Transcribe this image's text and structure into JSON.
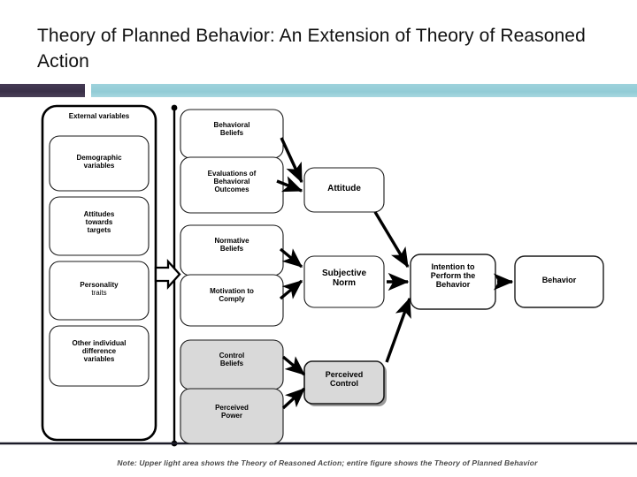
{
  "slide": {
    "title": "Theory of Planned Behavior: An Extension of Theory of Reasoned Action",
    "note": "Note: Upper light area shows the Theory of Reasoned Action; entire figure shows the Theory of Planned Behavior"
  },
  "theme": {
    "accent_dark": "#3a3048",
    "accent_teal": "#9ed2dc",
    "shaded_fill": "#d9d9d9",
    "box_fill": "#ffffff",
    "stroke": "#000000",
    "note_color": "#4a4a4a"
  },
  "diagram": {
    "type": "flowchart",
    "group": {
      "label": "External variables",
      "items": [
        {
          "lines": [
            "Demographic",
            "variables"
          ]
        },
        {
          "lines": [
            "Attitudes",
            "towards",
            "targets"
          ]
        },
        {
          "lines": [
            "Personality",
            "traits"
          ]
        },
        {
          "lines": [
            "Other individual",
            "difference",
            "variables"
          ]
        }
      ]
    },
    "belief_column": [
      {
        "name": "behavioral-beliefs",
        "lines": [
          "Behavioral",
          "Beliefs"
        ],
        "shaded": false
      },
      {
        "name": "evaluations-of-behavioral-outcomes",
        "lines": [
          "Evaluations of",
          "Behavioral",
          "Outcomes"
        ],
        "shaded": false
      },
      {
        "name": "normative-beliefs",
        "lines": [
          "Normative",
          "Beliefs"
        ],
        "shaded": false
      },
      {
        "name": "motivation-to-comply",
        "lines": [
          "Motivation to",
          "Comply"
        ],
        "shaded": false
      },
      {
        "name": "control-beliefs",
        "lines": [
          "Control",
          "Beliefs"
        ],
        "shaded": true
      },
      {
        "name": "perceived-power",
        "lines": [
          "Perceived",
          "Power"
        ],
        "shaded": true
      }
    ],
    "construct_column": [
      {
        "name": "attitude",
        "lines": [
          "Attitude"
        ],
        "shaded": false
      },
      {
        "name": "subjective-norm",
        "lines": [
          "Subjective",
          "Norm"
        ],
        "shaded": false
      },
      {
        "name": "perceived-control",
        "lines": [
          "Perceived",
          "Control"
        ],
        "shaded": true
      }
    ],
    "outcome_column": [
      {
        "name": "intention",
        "lines": [
          "Intention to",
          "Perform the",
          "Behavior"
        ],
        "shaded": false
      },
      {
        "name": "behavior",
        "lines": [
          "Behavior"
        ],
        "shaded": false
      }
    ],
    "edges": [
      {
        "from": "behavioral-beliefs",
        "to": "attitude"
      },
      {
        "from": "evaluations-of-behavioral-outcomes",
        "to": "attitude"
      },
      {
        "from": "normative-beliefs",
        "to": "subjective-norm"
      },
      {
        "from": "motivation-to-comply",
        "to": "subjective-norm"
      },
      {
        "from": "control-beliefs",
        "to": "perceived-control"
      },
      {
        "from": "perceived-power",
        "to": "perceived-control"
      },
      {
        "from": "attitude",
        "to": "intention"
      },
      {
        "from": "subjective-norm",
        "to": "intention"
      },
      {
        "from": "perceived-control",
        "to": "intention"
      },
      {
        "from": "intention",
        "to": "behavior"
      },
      {
        "from": "external-variables",
        "to": "belief-column"
      }
    ]
  }
}
